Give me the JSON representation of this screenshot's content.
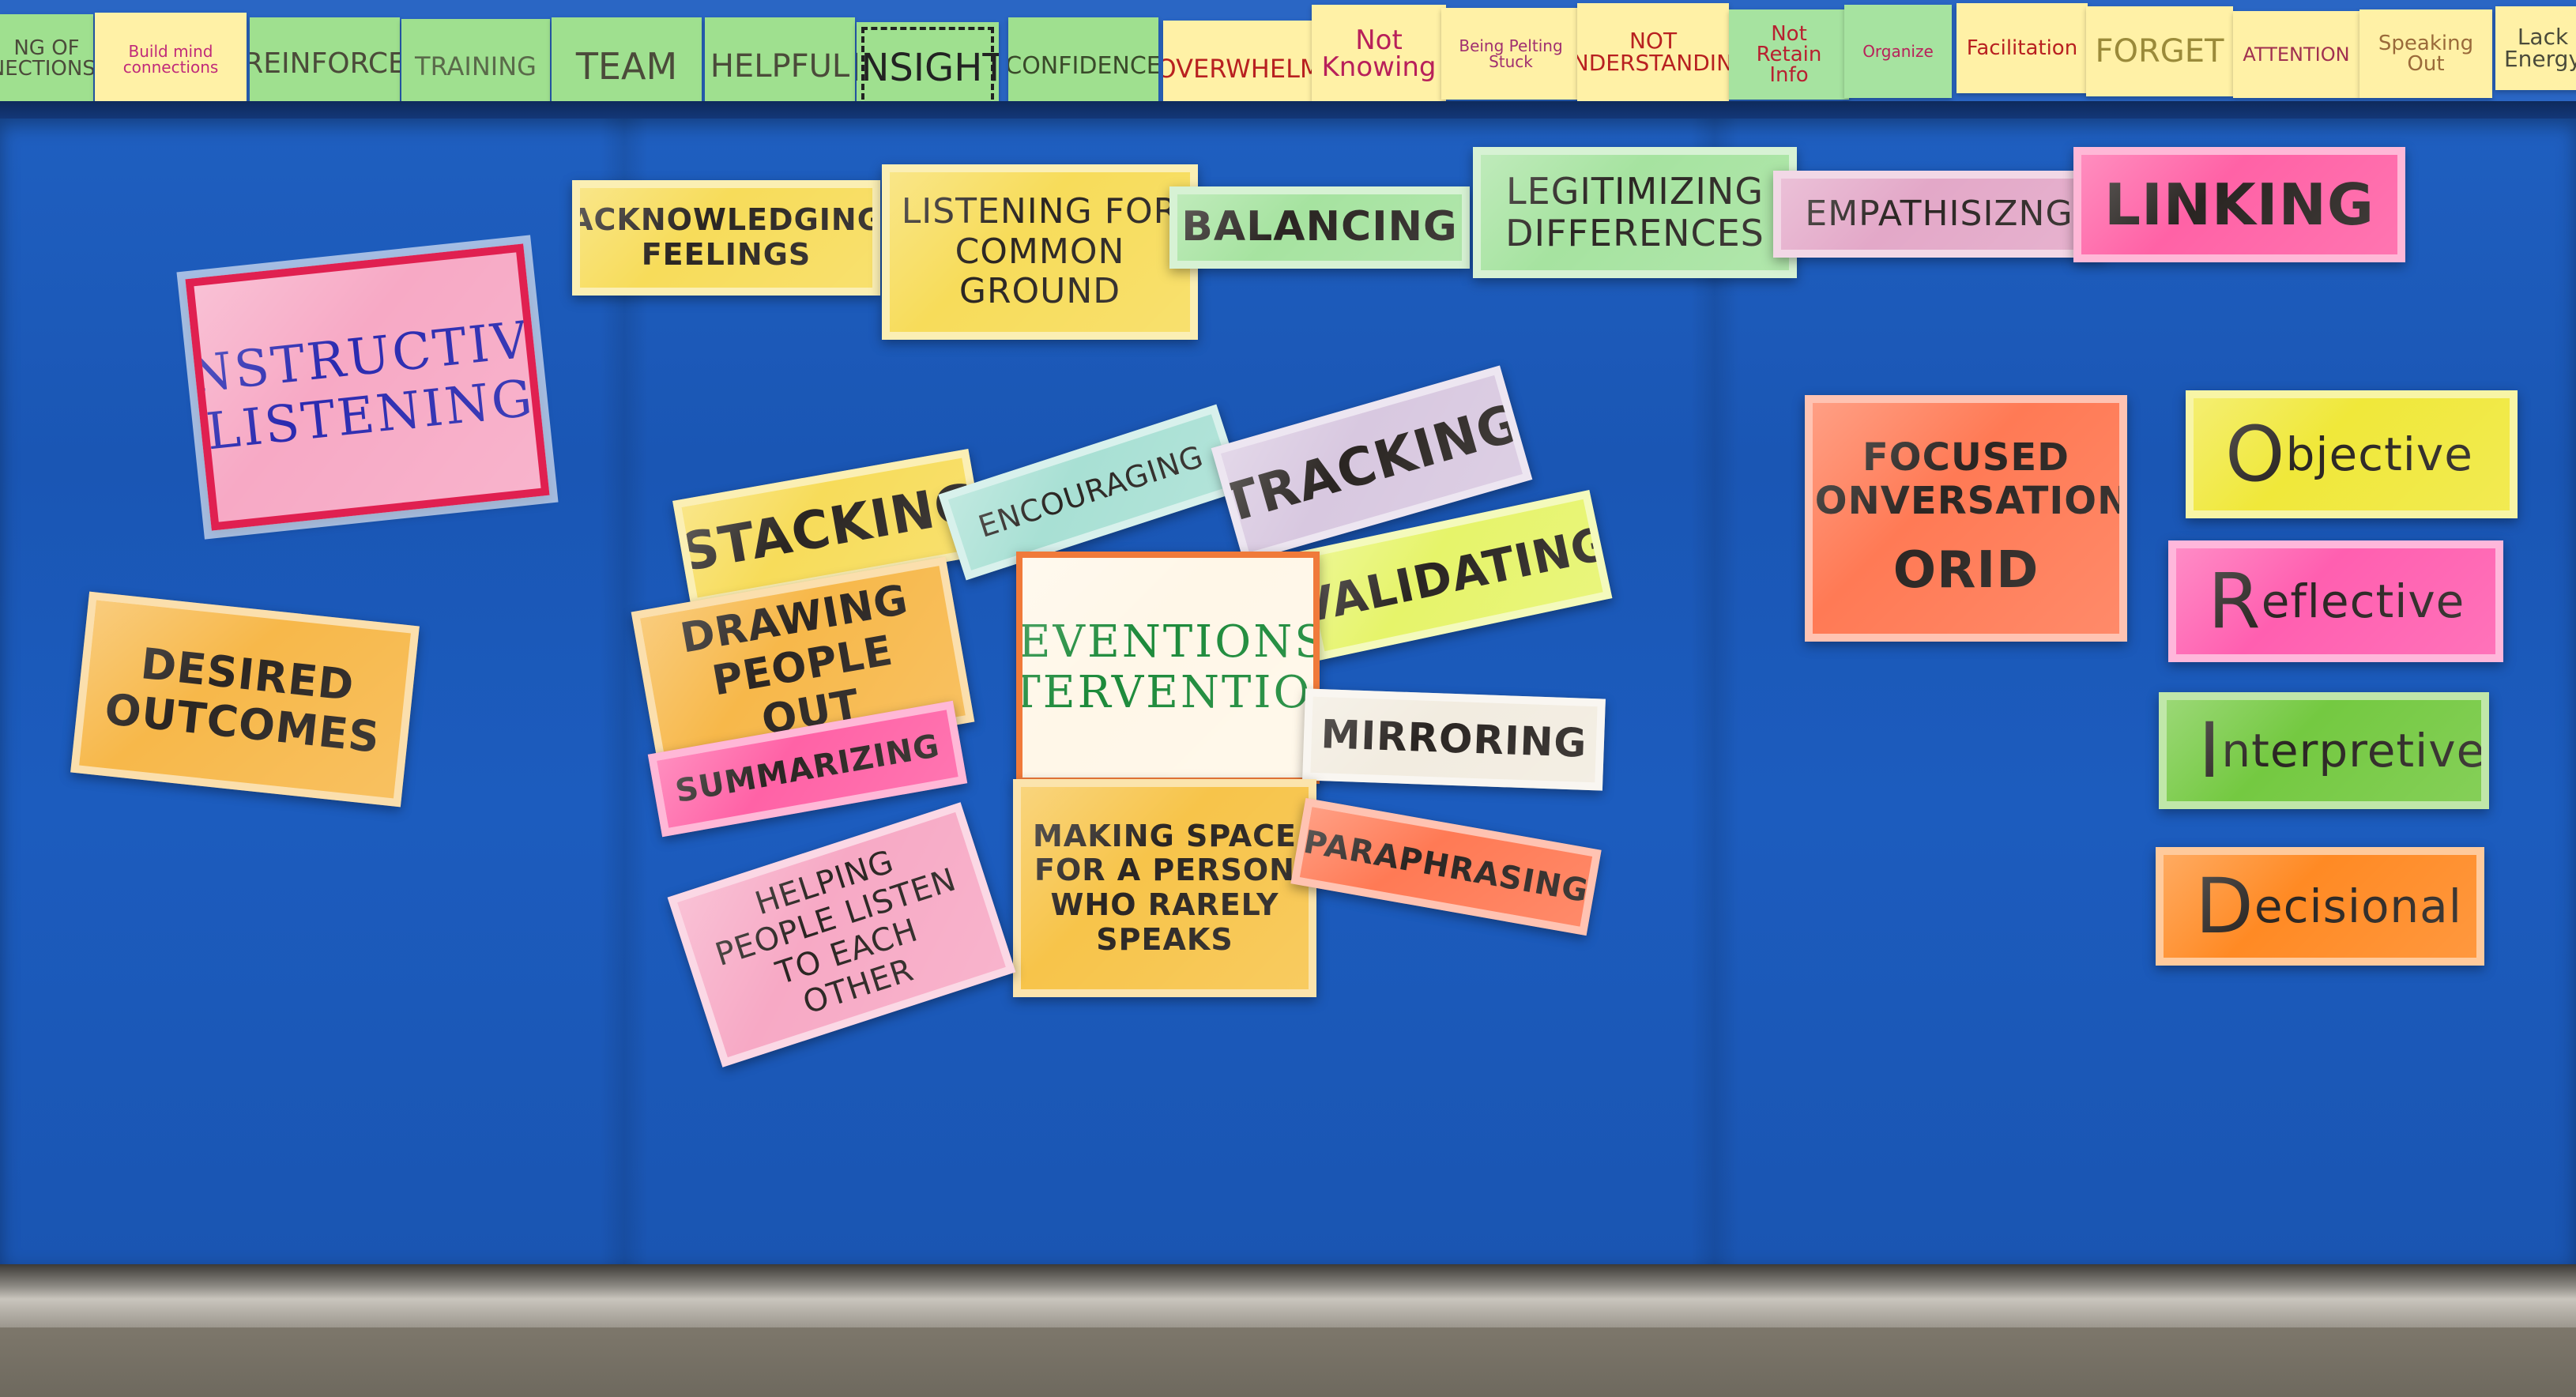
{
  "top_sticky_notes": [
    "NG OF NECTIONS!",
    "Build mind connections",
    "REINFORCE",
    "TRAINING",
    "TEAM",
    "HELPFUL",
    "INSIGHT",
    "CONFIDENCE",
    "OVERWHELM",
    "Not Knowing",
    "Being Pelting Stuck",
    "NOT UNDERSTANDING",
    "Not Retain Info",
    "Organize",
    "Facilitation",
    "FORGET",
    "ATTENTION",
    "Speaking Out",
    "Lack Energy"
  ],
  "technique_cards": {
    "acknowledging": "ACKNOWLEDGING FEELINGS",
    "listening_common_ground": "LISTENING FOR COMMON GROUND",
    "balancing": "BALANCING",
    "legitimizing": "LEGITIMIZING DIFFERENCES",
    "empathisizng": "EMPATHISIZNG",
    "linking": "LINKING",
    "stacking": "STACKING",
    "encouraging": "ENCOURAGING",
    "tracking": "TRACKING",
    "validating": "VALIDATING",
    "drawing_people_out": "DRAWING PEOPLE OUT",
    "summarizing": "SUMMARIZING",
    "mirroring": "MIRRORING",
    "paraphrasing": "PARAPHRASING",
    "helping_listen": "HELPING PEOPLE LISTEN TO EACH OTHER",
    "making_space": "MAKING SPACE FOR A PERSON WHO RARELY SPEAKS"
  },
  "headings": {
    "constructivist_listening": "CONSTRUCTIVIST LISTENING",
    "desired_outcomes": "DESIRED OUTCOMES",
    "preventions_interventions": "PREVENTIONS & INTERVENTIONS",
    "focused_conversation": "FOCUSED CONVERSATION:",
    "orid": "ORID"
  },
  "orid": [
    {
      "letter": "O",
      "rest": "bjective",
      "color": "#f0e83a"
    },
    {
      "letter": "R",
      "rest": "eflective",
      "color": "#ff5fb0"
    },
    {
      "letter": "I",
      "rest": "nterpretive",
      "color": "#74c941"
    },
    {
      "letter": "D",
      "rest": "ecisional",
      "color": "#ff8a24"
    }
  ],
  "colors": {
    "board_blue": "#1c5cbe",
    "yellow": "#f7dc5a",
    "orange": "#f7b84a",
    "pink": "#f7a9c5",
    "hot_pink": "#ff62a6",
    "green": "#a6e3a0",
    "salmon": "#ff7a55"
  }
}
